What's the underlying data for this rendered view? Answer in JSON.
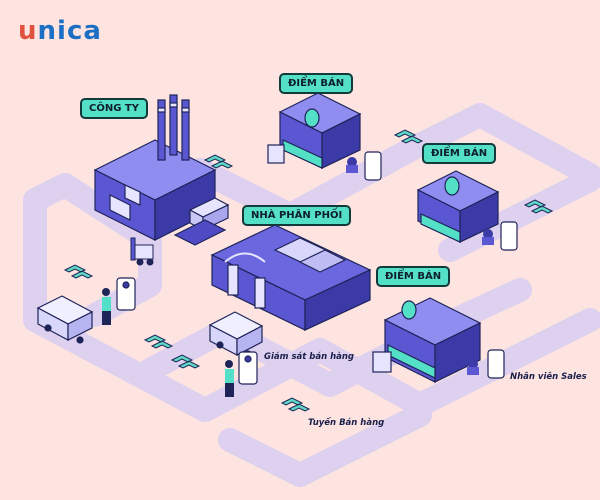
{
  "brand": {
    "logo_first": "u",
    "logo_rest": "nica",
    "color_u": "#e2533f",
    "color_rest": "#1d6fc4"
  },
  "colors": {
    "background": "#fde4e1",
    "road": "#ded0ef",
    "building": "#5b57d2",
    "building_dark": "#3c3aa6",
    "teal": "#54e0c6",
    "outline": "#1e2358"
  },
  "labels": {
    "company": "CÔNG TY",
    "distributor": "NHÀ PHÂN PHỐI",
    "shop_1": "ĐIỂM BÁN",
    "shop_2": "ĐIỂM BÁN",
    "shop_3": "ĐIỂM BÁN"
  },
  "notes": {
    "supervisor": "Giám sát bán hàng",
    "route": "Tuyến Bán hàng",
    "sales_staff": "Nhân viên Sales"
  }
}
